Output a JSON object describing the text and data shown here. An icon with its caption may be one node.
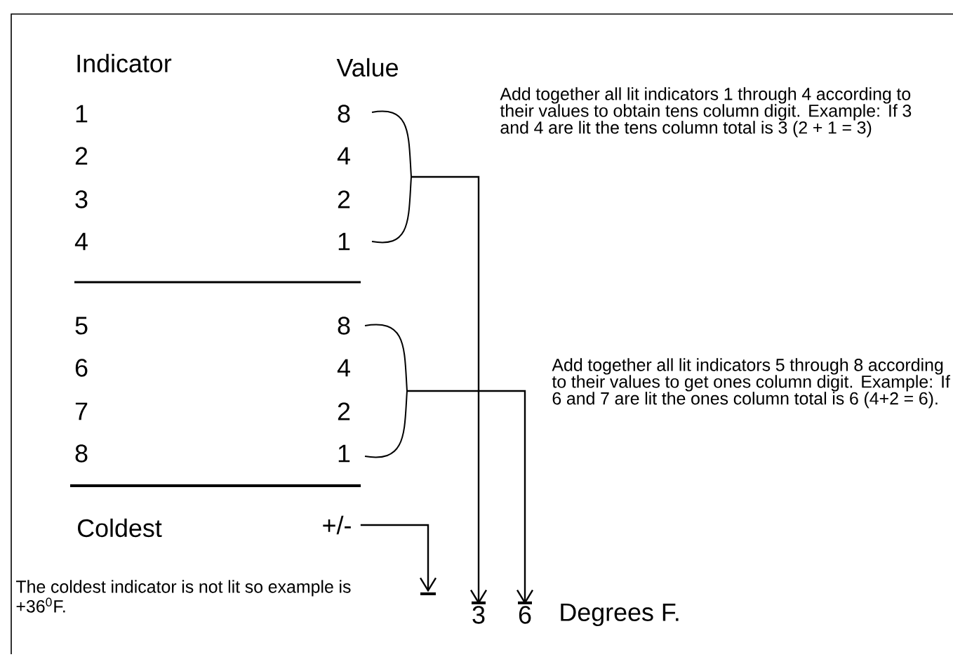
{
  "diagram": {
    "nodes": [
      {
        "text": [],
        "shape": "bracket"
      },
      {
        "text": [],
        "shape": "bracket"
      },
      {
        "text": [
          "+/-"
        ]
      },
      {
        "text": [],
        "shape": "bar"
      },
      {
        "text": [
          "3"
        ]
      },
      {
        "text": [
          "6"
        ]
      }
    ],
    "edges": [
      {
        "from": 0,
        "to": 4,
        "arrow": "to"
      },
      {
        "from": 1,
        "to": 5,
        "arrow": "to"
      },
      {
        "from": 2,
        "to": 3,
        "arrow": "to"
      }
    ],
    "labels": [
      "Indicator",
      "Value",
      "1",
      "8",
      "2",
      "4",
      "3",
      "2",
      "4",
      "1",
      "5",
      "8",
      "6",
      "4",
      "7",
      "2",
      "8",
      "1",
      "Coldest",
      "Add together all lit indicators 1 through 4 according to their values to obtain tens column digit. Example: If 3 and 4 are lit the tens column total is 3 (2 + 1 = 3)",
      "Add together all lit indicators 5 through 8 according to their values to get ones column digit. Example: If 6 and 7 are lit the ones column total is 6 (4+2 = 6).",
      "The coldest indicator is not lit so example is +36$^{0}$F.",
      "Degrees F."
    ]
  }
}
